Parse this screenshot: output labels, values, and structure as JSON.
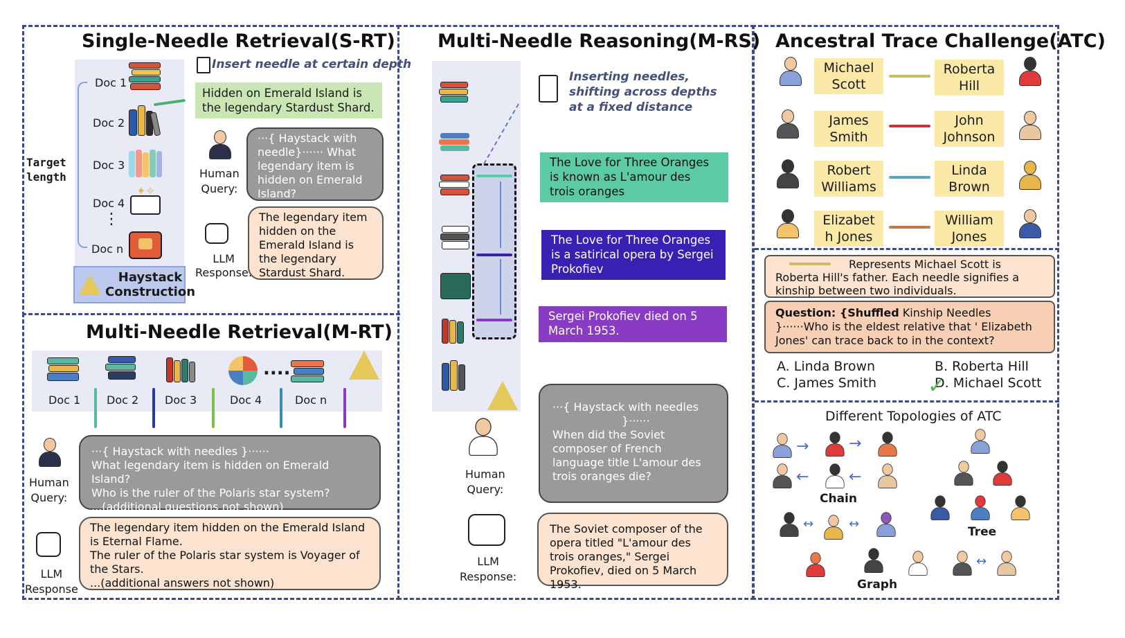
{
  "srt": {
    "title": "Single-Needle Retrieval(S-RT)",
    "insert_label": "Insert needle at certain depth",
    "target_length": "Target\nlength",
    "docs": [
      "Doc 1",
      "Doc 2",
      "Doc 3",
      "Doc 4",
      "Doc n"
    ],
    "haystack_label": "Haystack\nConstruction",
    "needle_text": "Hidden on Emerald Island is the legendary Stardust Shard.",
    "query_label": "Human\nQuery:",
    "query_text_1": "···{ ",
    "query_haystack": "Haystack with needle",
    "query_text_2": "}······ What legendary item is hidden on Emerald Island?",
    "response_label": "LLM\nResponse:",
    "response_text": "The legendary item hidden on the Emerald Island is the legendary Stardust Shard."
  },
  "mrt": {
    "title": "Multi-Needle Retrieval(M-RT)",
    "docs": [
      "Doc 1",
      "Doc 2",
      "Doc 3",
      "Doc 4",
      "Doc n"
    ],
    "query_label": "Human\nQuery:",
    "query_line1": "···{ Haystack with needles",
    "query_line1_end": "}······",
    "query_line2": "What legendary item is hidden on Emerald Island?",
    "query_line3": "Who is the ruler of the Polaris star system?",
    "query_line4": "...(additional questions not shown)",
    "response_label": "LLM\nResponse",
    "response_line1": "The legendary item hidden on the Emerald Island is Eternal Flame.",
    "response_line2": "The ruler of the Polaris star system is Voyager of the Stars.",
    "response_line3": "...(additional answers not shown)"
  },
  "mrs": {
    "title": "Multi-Needle Reasoning(M-RS)",
    "insert_label": "Inserting needles, shifting across depths at a fixed distance",
    "needle1": "The Love for Three Oranges is known as L'amour des trois oranges",
    "needle2": "The Love for Three Oranges is a satirical opera by Sergei Prokofiev",
    "needle3": "Sergei Prokofiev died on 5 March 1953.",
    "query_label": "Human\nQuery:",
    "query_line1": "···{ Haystack with needles",
    "query_line2": "}······",
    "query_line3": "When did the Soviet composer of French language title L'amour des trois oranges die?",
    "response_label": "LLM\nResponse:",
    "response_text": "The Soviet composer of the opera titled \"L'amour des trois oranges,\" Sergei Prokofiev, died on 5 March 1953.",
    "colors": {
      "needle1": "#5cc9a7",
      "needle2": "#3a1fb3",
      "needle3": "#8a3bc4"
    }
  },
  "atc": {
    "title": "Ancestral Trace Challenge(ATC)",
    "names": [
      [
        "Michael\nScott",
        "Roberta\nHill"
      ],
      [
        "James\nSmith",
        "John\nJohnson"
      ],
      [
        "Robert\nWilliams",
        "Linda\nBrown"
      ],
      [
        "Elizabet\nh Jones",
        "William\nJones"
      ]
    ],
    "note": "Represents Michael Scott is Roberta Hill's father. Each needle signifies a kinship between two individuals.",
    "question_bold": "Question: {",
    "question_bold2": "Shuffled",
    "question_rest": " Kinship Needles",
    "question_line2": "}······Who is the eldest relative that ' Elizabeth Jones' can trace back to in the context?",
    "choices": [
      "A. Linda Brown",
      "B. Roberta Hill",
      "C. James Smith",
      "D. Michael Scott"
    ],
    "topology_title": "Different Topologies of ATC",
    "topologies": [
      "Chain",
      "Tree",
      "Graph"
    ]
  }
}
